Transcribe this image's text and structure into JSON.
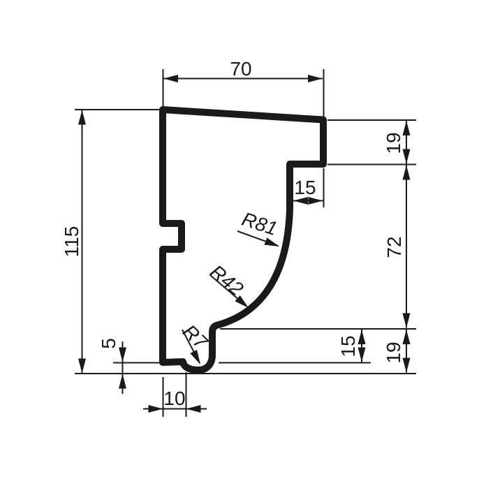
{
  "colors": {
    "line": "#1a1a1a",
    "background": "#ffffff"
  },
  "dimensions": {
    "top_width": "70",
    "left_height": "115",
    "right_upper": "19",
    "upper_step": "15",
    "right_middle": "72",
    "lower_band": "15",
    "right_lower": "19",
    "bottom_lip": "5",
    "bottom_width": "10"
  },
  "radius_labels": {
    "upper": "R81",
    "middle": "R42",
    "lower": "R7"
  }
}
